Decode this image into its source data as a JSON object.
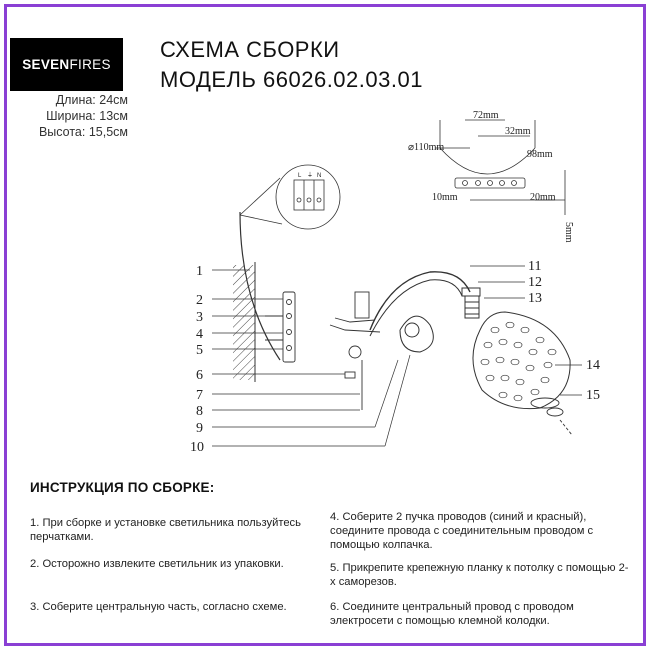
{
  "brand": {
    "bold": "SEVEN",
    "light": "FIRES"
  },
  "dimensions": {
    "length": "Длина: 24см",
    "width": "Ширина: 13см",
    "height": "Высота: 15,5см"
  },
  "title": {
    "line1": "СХЕМА СБОРКИ",
    "line2": "МОДЕЛЬ 66026.02.03.01"
  },
  "diagram": {
    "part_numbers": [
      "1",
      "2",
      "3",
      "4",
      "5",
      "6",
      "7",
      "8",
      "9",
      "10",
      "11",
      "12",
      "13",
      "14",
      "15"
    ],
    "plate_dims": {
      "d110": "⌀110mm",
      "d72": "72mm",
      "d32": "32mm",
      "d98": "98mm",
      "d10": "10mm",
      "d20": "20mm",
      "d5": "5mm"
    },
    "terminal_letters": [
      "L",
      "⏚",
      "N"
    ]
  },
  "instructions": {
    "heading": "ИНСТРУКЦИЯ ПО СБОРКЕ:",
    "step1": "1. При сборке и установке светильника пользуйтесь перчатками.",
    "step2": "2. Осторожно извлеките светильник из упаковки.",
    "step3": "3. Соберите центральную часть, согласно схеме.",
    "step4": "4. Соберите 2 пучка проводов (синий и красный), соедините провода с соединительным проводом с помощью колпачка.",
    "step5": "5. Прикрепите крепежную планку к потолку с помощью 2-х саморезов.",
    "step6": "6. Соедините центральный провод с проводом электросети с помощью клемной колодки."
  },
  "colors": {
    "frame": "#8a3fd4",
    "logo_bg": "#000000"
  }
}
